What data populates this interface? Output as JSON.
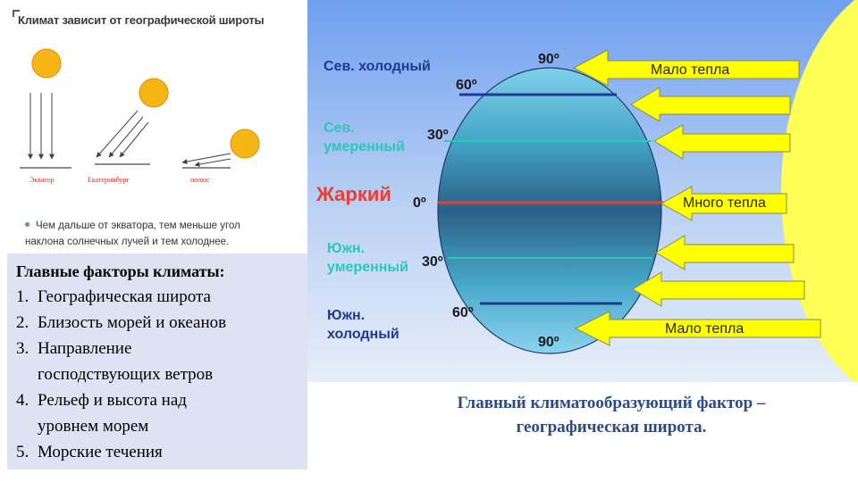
{
  "top_panel": {
    "title": "Климат зависит от географической широты",
    "ray_labels": [
      "Экватор",
      "Екатеринбург",
      "полюс"
    ],
    "note": "Чем дальше от экватора, тем меньше угол наклона солнечных лучей и тем холоднее."
  },
  "factors": {
    "title": "Главные факторы климаты:",
    "items": [
      {
        "num": "1.",
        "text": "Географическая широта"
      },
      {
        "num": "2.",
        "text": "Близость морей и океанов"
      },
      {
        "num": "3.",
        "text": "Направление господствующих ветров"
      },
      {
        "num": "4.",
        "text": "Рельеф и высота над уровнем морем"
      },
      {
        "num": "5.",
        "text": "Морские течения"
      }
    ]
  },
  "diagram": {
    "zones": {
      "north_cold": "Сев. холодный",
      "north_temperate": "Сев. умеренный",
      "hot": "Жаркий",
      "south_temperate": "Южн. умеренный",
      "south_cold": "Южн. холодный"
    },
    "degrees": {
      "n90": "90º",
      "n60": "60º",
      "n30": "30º",
      "eq": "0º",
      "s30": "30º",
      "s60": "60º",
      "s90": "90º"
    },
    "arrow_labels": {
      "top": "Мало тепла",
      "middle": "Много тепла",
      "bottom": "Мало тепла"
    },
    "colors": {
      "zone_cold": "#1f3a93",
      "zone_temperate": "#2bc7b8",
      "zone_hot": "#e84030",
      "arrow_fill": "#ffff00",
      "sun": "#ffff55"
    }
  },
  "caption": "Главный климатообразующий фактор – географическая широта."
}
